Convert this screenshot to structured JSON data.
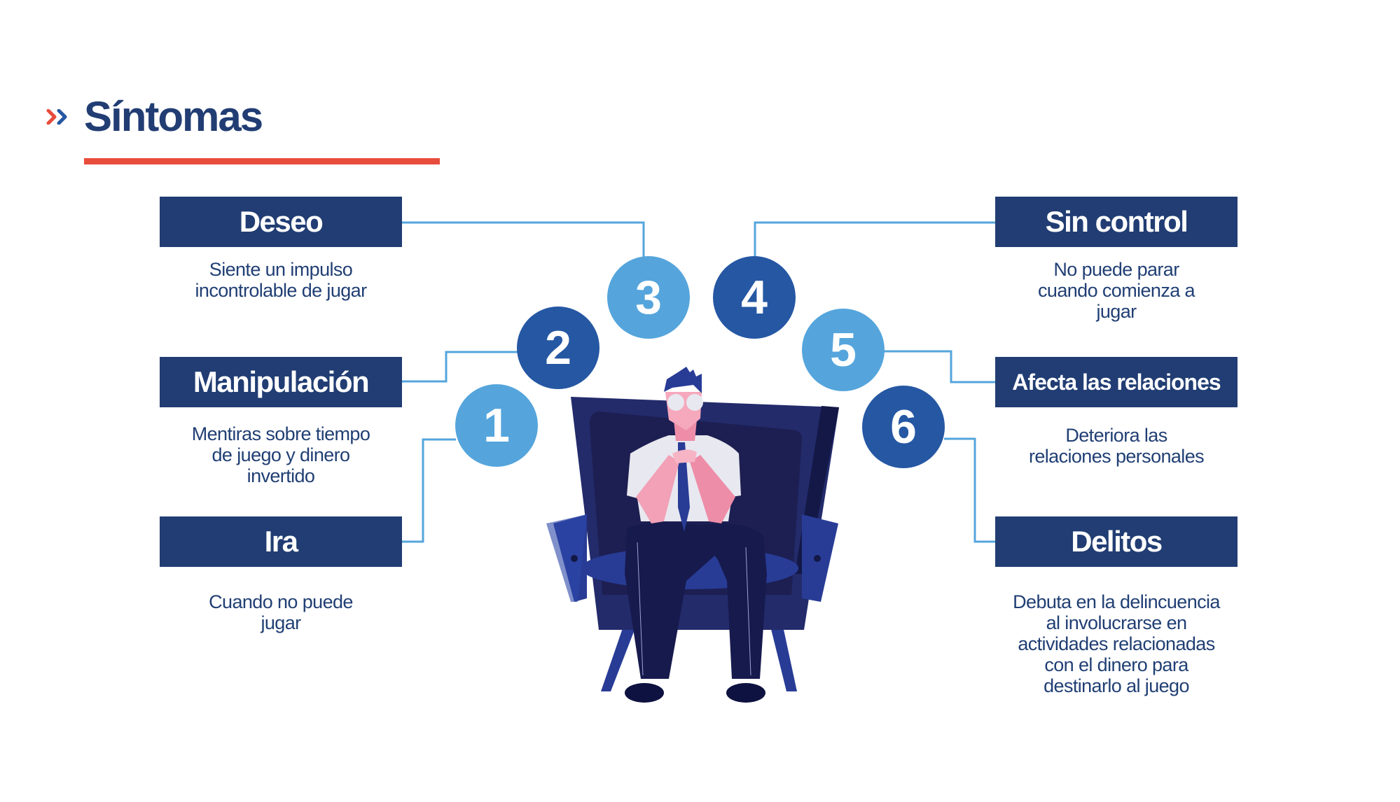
{
  "header": {
    "icon": "double-chevron-right-icon",
    "title": "Síntomas",
    "colors": {
      "title": "#213D73",
      "underline": "#E84C3D",
      "chevron_left": "#E84C3D",
      "chevron_right": "#2557A3"
    }
  },
  "colors": {
    "box": "#213D73",
    "circle_light": "#55A5DC",
    "circle_dark": "#2557A3",
    "connector": "#55A5DC",
    "text": "#213F74"
  },
  "symptoms": [
    {
      "number": "1",
      "title": "Ira",
      "side": "left",
      "circle_style": "light",
      "description": [
        "Cuando no puede",
        "jugar"
      ]
    },
    {
      "number": "2",
      "title": "Manipulación",
      "side": "left",
      "circle_style": "dark",
      "description": [
        "Mentiras sobre tiempo",
        "de juego y dinero",
        "invertido"
      ]
    },
    {
      "number": "3",
      "title": "Deseo",
      "side": "left",
      "circle_style": "light",
      "description": [
        "Siente un impulso",
        "incontrolable de jugar"
      ]
    },
    {
      "number": "4",
      "title": "Sin control",
      "side": "right",
      "circle_style": "dark",
      "description": [
        "No puede parar",
        "cuando comienza a",
        "jugar"
      ]
    },
    {
      "number": "5",
      "title": "Afecta las relaciones",
      "side": "right",
      "circle_style": "light",
      "description": [
        "Deteriora las",
        "relaciones personales"
      ]
    },
    {
      "number": "6",
      "title": "Delitos",
      "side": "right",
      "circle_style": "dark",
      "description": [
        "Debuta en la delincuencia",
        "al involucrarse en",
        "actividades relacionadas",
        "con el dinero para",
        "destinarlo al juego"
      ]
    }
  ],
  "illustration": {
    "icon": "man-sitting-in-armchair-illustration"
  }
}
